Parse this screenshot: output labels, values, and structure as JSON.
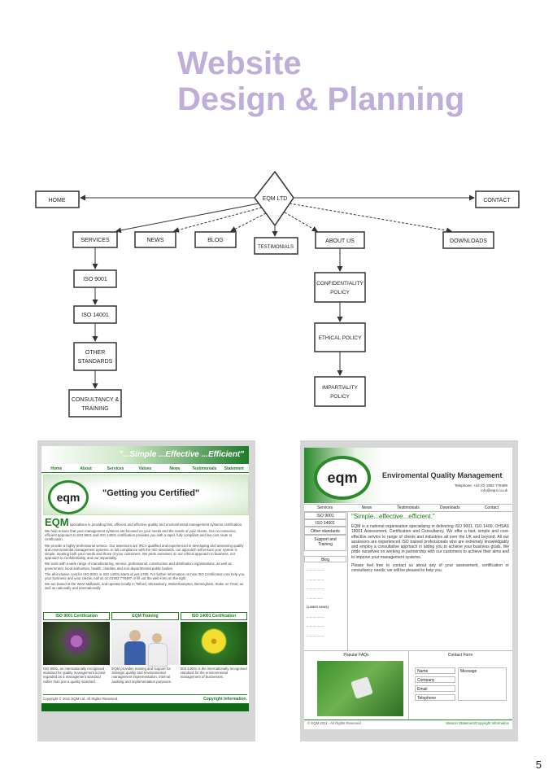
{
  "title": {
    "line1": "Website",
    "line2": "Design & Planning"
  },
  "sitemap": {
    "root": "EQM LTD",
    "home": "HOME",
    "contact": "CONTACT",
    "services": "SERVICES",
    "news": "NEWS",
    "blog": "BLOG",
    "testimonials": "TESTIMONIALS",
    "about": "ABOUT US",
    "downloads": "DOWNLOADS",
    "iso9001": "ISO 9001",
    "iso14001": "ISO 14001",
    "other": [
      "OTHER",
      "STANDARDS"
    ],
    "consultancy": [
      "CONSULTANCY &",
      "TRAINING"
    ],
    "confidentiality": [
      "CONFIDENTIALITY",
      "POLICY"
    ],
    "ethical": "ETHICAL POLICY",
    "impartiality": [
      "IMPARTIALITY",
      "POLICY"
    ]
  },
  "mock1": {
    "tagline": "\"...Simple ...Effective ...Efficient\"",
    "nav": [
      "Home",
      "About",
      "Services",
      "Values",
      "News",
      "Testimonials",
      "Statement"
    ],
    "logo": "eqm",
    "banner": "\"Getting you Certified\"",
    "brand": "EQM",
    "intro": "specialises in providing fast, efficient and effective quality and environmental management systems certification.",
    "p1": "We help ensure that your management systems are focused on your needs and the needs of your clients. Our no nonsense, efficient approach to ISO 9001 and ISO 14001 certification provides you with a rapid, fully compliant and low cost route to certification.",
    "p2": "We provide a highly professional service. Our assessors are IRCA qualified and experienced in developing and assessing quality and environmental management systems. In full compliance with the ISO standards, our approach will ensure your system is simple, meeting both your needs and those of your customers. We pride ourselves on our ethical approach to business, our approach to confidentiality, and our impartiality.",
    "p3": "We work with a wide range of manufacturing, service, professional, construction and distribution organisations, as well as government, local authorities, health, charities and non-departmental public bodies.",
    "p4": "The all-inclusive cost for ISO 9001 or ISO 14001 starts at just £780. For further information on how ISO Certification can help you, your business and your clients, call us on 01902 778497 or fill out the web-form on the right.",
    "p5": "We are based in the West Midlands, and operate locally in Telford, Shrewsbury, Wolverhampton, Birmingham, Stoke on Trent, as well as nationally and internationally.",
    "boxes": [
      {
        "title": "ISO 9001 Certification",
        "text": "ISO 9001, an internationally recognised standard for quality management is best regarded as a management standard rather than just a quality standard."
      },
      {
        "title": "EQM Training",
        "text": "EQM provides training and support for strategic quality and environmental management implementation, internal auditing and implementation purposes."
      },
      {
        "title": "ISO 14001 Certification",
        "text": "ISO 14001 is the internationally recognised standard for the environmental management of businesses."
      }
    ],
    "footer_left": "Copyright © 2011 EQM Ltd. All Rights Reserved.",
    "footer_right": "Copyright Information."
  },
  "mock2": {
    "logo": "eqm",
    "company": "Enviromental Quality Management",
    "phone": "Telephone: +44 (0) 1902 778489",
    "email": "info@eqm.co.uk",
    "nav": [
      "Services",
      "News",
      "Testimonials",
      "Downloads",
      "Contact"
    ],
    "side_items": [
      "ISO 9001",
      "ISO 14001",
      "Other standards",
      "Support and Training"
    ],
    "blog": "Blog",
    "blog_items": [
      ".................",
      ".................",
      ".................",
      "................",
      "(Latest news)",
      ".................",
      ".................",
      "................."
    ],
    "headline": "\"Simple...effective...efficient.\"",
    "body1": "EQM is a national organisation specialising in delivering ISO 9001, ISO 1400, OHSAS 18001 Assessment, Certification and Consultancy. We offer a fast, simple and cost-effective service to range of clients and industries all over the UK and beyond. All our assessors are experienced ISO trained professionals who are extremely knowledgably and employ a consultative approach in aiding you to achieve your business goals. We pride ourselves on working in partnership with our customers to achieve their aims and to improve your management systems.",
    "body2": "Please feel free to contact us about any of your assessment, certification or consultancy needs; we will be pleased to help you.",
    "faq": "Popular FAQs",
    "contact_form": "Contact Form",
    "fields": [
      "Name",
      "Company",
      "Email",
      "Telephone"
    ],
    "message": "Message",
    "footer_left": "© EQM 2011 - All Rights Reserved",
    "footer_right": "Mission Statement/Copyright Information"
  },
  "page_number": "5"
}
